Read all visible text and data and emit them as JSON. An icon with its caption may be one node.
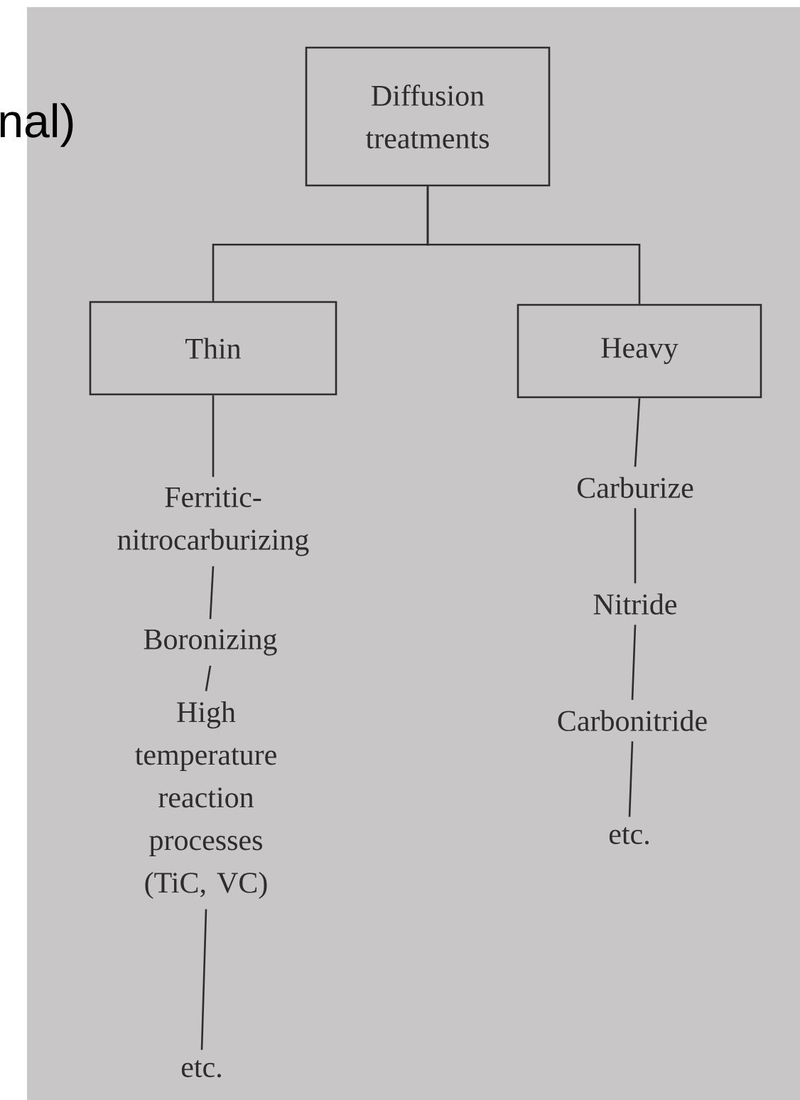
{
  "diagram": {
    "nodes": [
      {
        "text": [
          "Diffusion treatments"
        ]
      },
      {
        "text": [
          "Thin"
        ]
      },
      {
        "text": [
          "Heavy"
        ]
      },
      {
        "text": [
          "Ferritic-nitrocarburizing"
        ]
      },
      {
        "text": [
          "Boronizing"
        ]
      },
      {
        "text": [
          "High temperature reaction processes (TiC, VC)"
        ]
      },
      {
        "text": [
          "etc."
        ]
      },
      {
        "text": [
          "Carburize"
        ]
      },
      {
        "text": [
          "Nitride"
        ]
      },
      {
        "text": [
          "Carbonitride"
        ]
      },
      {
        "text": [
          "etc."
        ]
      }
    ],
    "edges": [
      {
        "from": 0,
        "to": 1,
        "arrow": "none"
      },
      {
        "from": 0,
        "to": 2,
        "arrow": "none"
      },
      {
        "from": 1,
        "to": 3,
        "arrow": "none"
      },
      {
        "from": 3,
        "to": 4,
        "arrow": "none"
      },
      {
        "from": 4,
        "to": 5,
        "arrow": "none"
      },
      {
        "from": 5,
        "to": 6,
        "arrow": "none"
      },
      {
        "from": 2,
        "to": 7,
        "arrow": "none"
      },
      {
        "from": 7,
        "to": 8,
        "arrow": "none"
      },
      {
        "from": 8,
        "to": 9,
        "arrow": "none"
      },
      {
        "from": 9,
        "to": 10,
        "arrow": "none"
      }
    ],
    "labels": [
      "nal)"
    ]
  }
}
